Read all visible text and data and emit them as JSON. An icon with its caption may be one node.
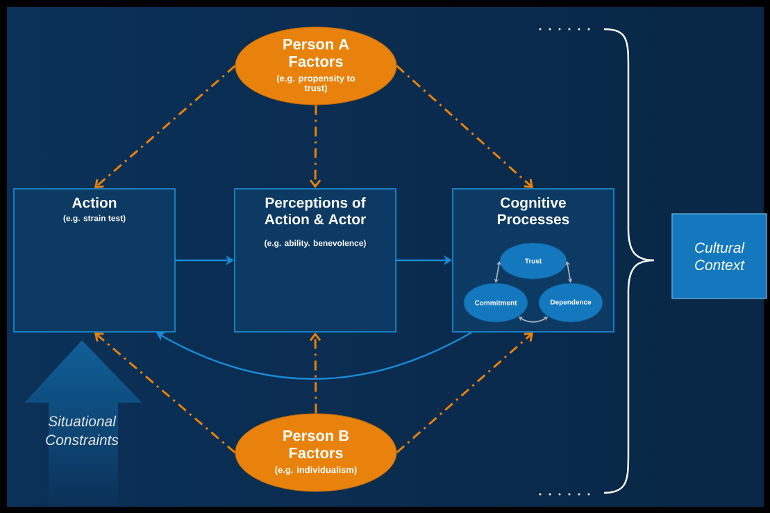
{
  "diagram": {
    "nodes": [
      {
        "text": [
          "Person A Factors",
          "(e.g. propensity to trust)"
        ]
      },
      {
        "text": [
          "Action",
          "(e.g. strain test)"
        ]
      },
      {
        "text": [
          "Perceptions of Action & Actor",
          "(e.g. ability. benevolence)"
        ]
      },
      {
        "text": [
          "Cognitive Processes"
        ]
      },
      {
        "text": [
          "Trust"
        ],
        "in": 3
      },
      {
        "text": [
          "Commitment"
        ],
        "in": 3
      },
      {
        "text": [
          "Dependence"
        ],
        "in": 3
      },
      {
        "text": [
          "Cultural Context"
        ]
      },
      {
        "text": [
          "Person B Factors",
          "(e.g. individualism)"
        ]
      },
      {
        "text": [
          "Situational Constraints"
        ]
      }
    ],
    "edges": [
      {
        "from": 0,
        "to": 1,
        "arrow": "to",
        "style": "dashed"
      },
      {
        "from": 0,
        "to": 2,
        "arrow": "to",
        "style": "dashed"
      },
      {
        "from": 0,
        "to": 3,
        "arrow": "to",
        "style": "dashed"
      },
      {
        "from": 1,
        "to": 2,
        "arrow": "to",
        "color": "#1a8ad4"
      },
      {
        "from": 2,
        "to": 3,
        "arrow": "to",
        "color": "#1a8ad4"
      },
      {
        "from": 4,
        "to": 5,
        "arrow": "both",
        "color": "#a9b4be"
      },
      {
        "from": 4,
        "to": 6,
        "arrow": "both",
        "color": "#a9b4be"
      },
      {
        "from": 5,
        "to": 6,
        "arrow": "both",
        "color": "#a9b4be"
      },
      {
        "from": 3,
        "to": 1,
        "arrow": "to",
        "color": "#1a8ad4"
      },
      {
        "from": 8,
        "to": 1,
        "arrow": "to",
        "style": "dashed"
      },
      {
        "from": 8,
        "to": 2,
        "arrow": "to",
        "style": "dashed"
      },
      {
        "from": 8,
        "to": 3,
        "arrow": "to",
        "style": "dashed"
      }
    ]
  }
}
